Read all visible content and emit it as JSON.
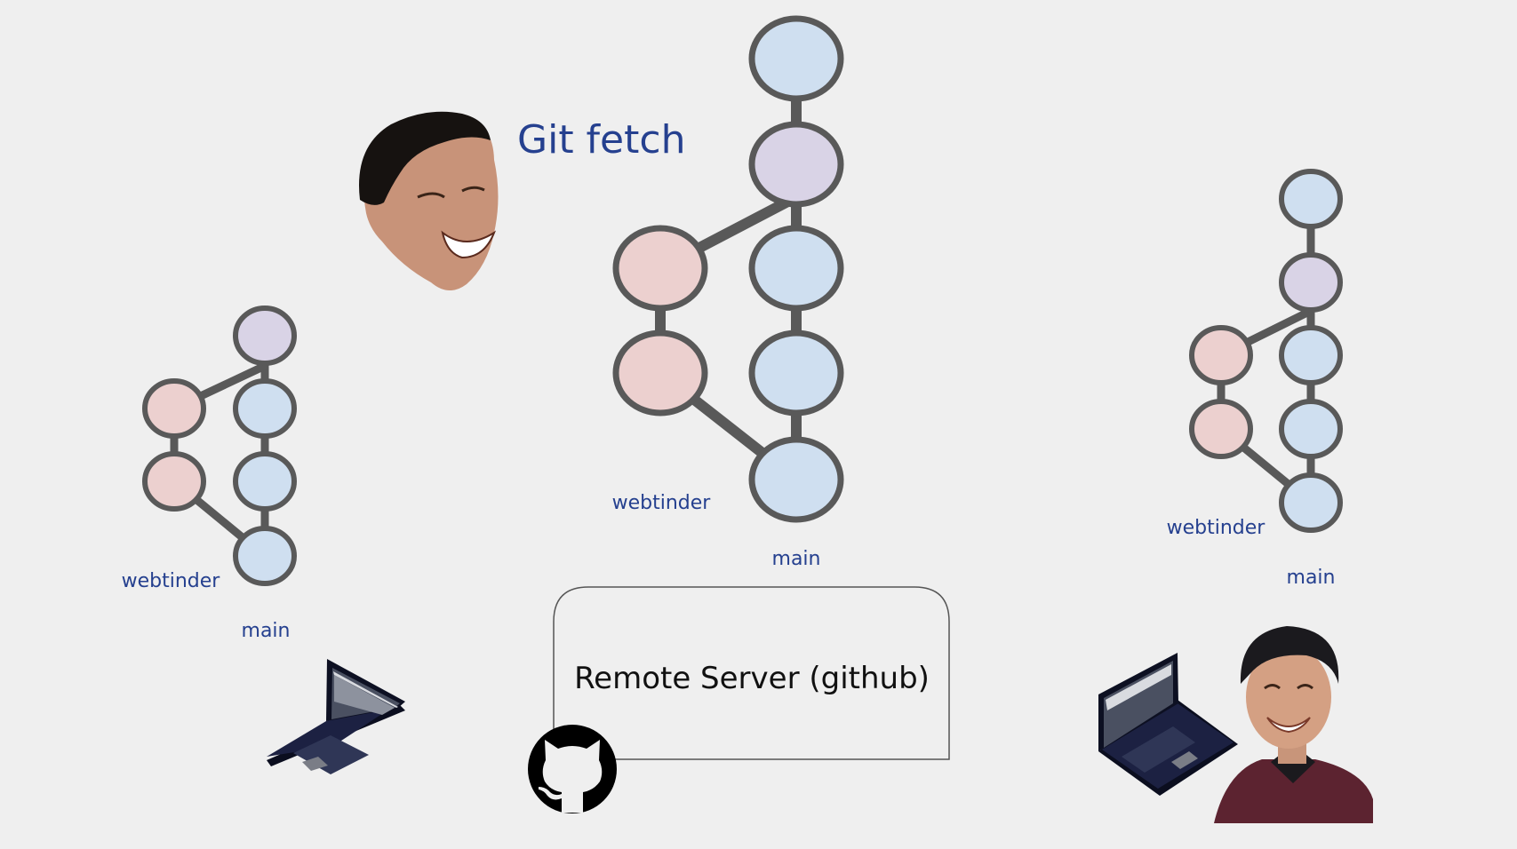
{
  "slide": {
    "title": "Git fetch",
    "server_label": "Remote Server (github)",
    "icons": [
      "person-left-face-icon",
      "person-right-icon",
      "laptop-icon",
      "github-icon"
    ]
  },
  "graphs": [
    {
      "id": "left",
      "branch_label": "webtinder",
      "main_label": "main"
    },
    {
      "id": "center",
      "branch_label": "webtinder",
      "main_label": "main"
    },
    {
      "id": "right",
      "branch_label": "webtinder",
      "main_label": "main"
    }
  ],
  "colors": {
    "background": "#efefef",
    "node_stroke": "#595959",
    "edge": "#595959",
    "main_commit": "#cfdff0",
    "branch_point": "#d9d3e6",
    "feature_commit": "#ecd0cf",
    "text": "#25408f"
  }
}
